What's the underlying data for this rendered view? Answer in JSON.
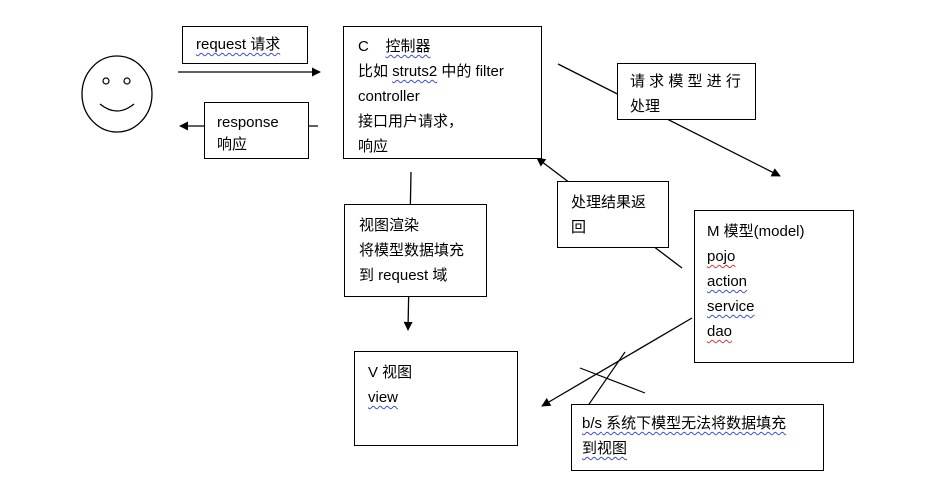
{
  "request_box": {
    "text": "request 请求"
  },
  "response_box": {
    "line1": "response",
    "line2": "响应"
  },
  "controller_box": {
    "line1_a": "C",
    "line1_b": "控制器",
    "line2_a": "比如 ",
    "line2_b": "struts2",
    "line2_c": " 中的 filter",
    "line3": "controller",
    "line4": "接口用户请求，",
    "line5": "响应"
  },
  "model_request_box": {
    "line1": "请 求 模 型 进 行",
    "line2": "处理"
  },
  "result_return_box": {
    "line1": "处理结果返",
    "line2": "回"
  },
  "model_box": {
    "line1": "M  模型(model)",
    "line2": "pojo",
    "line3": "action",
    "line4": "service",
    "line5": "dao"
  },
  "render_box": {
    "line1": "视图渲染",
    "line2": "将模型数据填充",
    "line3": "到 request 域"
  },
  "view_box": {
    "line1": "V  视图",
    "line2": "view"
  },
  "note_box": {
    "line1_a": "b/s",
    "line1_b": " 系统下模型无法将数据填充",
    "line2": "到视图"
  },
  "colors": {
    "stroke": "#000000",
    "spell_blue": "#3b4fd1",
    "spell_red": "#d43a3a"
  }
}
